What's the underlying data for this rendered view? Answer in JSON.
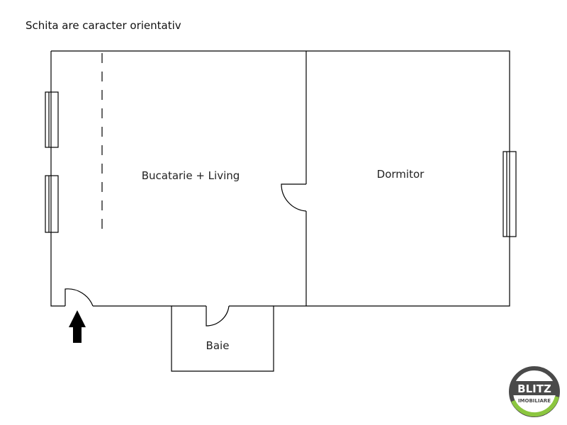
{
  "note": "Schita are caracter orientativ",
  "rooms": {
    "living": "Bucatarie + Living",
    "bedroom": "Dormitor",
    "bath": "Baie"
  },
  "logo": {
    "brand": "BLITZ",
    "sub": "IMOBILIARE"
  },
  "colors": {
    "wall": "#000000",
    "logo_ring": "#4a4a4a",
    "logo_accent": "#8cc63f"
  },
  "icons": {
    "entrance": "arrow-up-icon"
  }
}
